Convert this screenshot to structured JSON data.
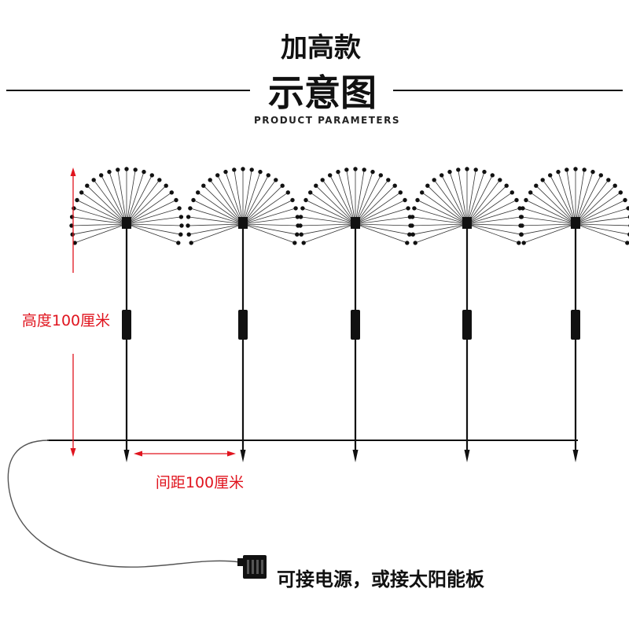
{
  "header": {
    "title": "加高款",
    "subtitle": "示意图",
    "subtitle_en": "PRODUCT PARAMETERS"
  },
  "annotations": {
    "height_label": "高度100厘米",
    "spacing_label": "间距100厘米",
    "power_caption": "可接电源，或接太阳能板"
  },
  "colors": {
    "ink": "#111111",
    "dimension": "#e0141e",
    "cable": "#555555"
  },
  "product": {
    "stake_count": 5
  }
}
